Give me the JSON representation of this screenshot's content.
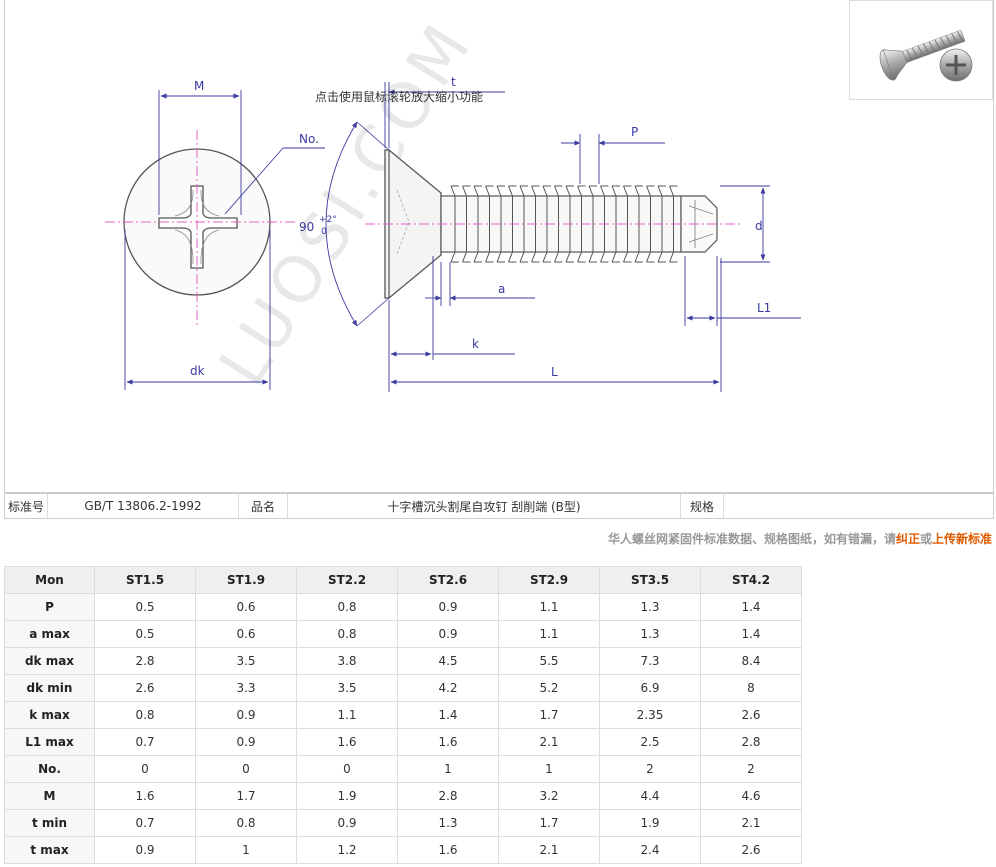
{
  "drawing": {
    "hint": "点击使用鼠标滚轮放大缩小功能",
    "labels": {
      "M": "M",
      "No": "No.",
      "dk": "dk",
      "t": "t",
      "angle": "90",
      "angle_tol_plus": "+2°",
      "angle_tol_minus": "0",
      "P": "P",
      "d": "d",
      "a": "a",
      "k": "k",
      "L": "L",
      "L1": "L1"
    },
    "watermark": "LUOSI.COM",
    "colors": {
      "line": "#555555",
      "dimension": "#3a3aa0",
      "centerline": "#e060c0"
    }
  },
  "standard": {
    "std_label": "标准号",
    "std_value": "GB/T 13806.2-1992",
    "name_label": "品名",
    "name_value": "十字槽沉头割尾自攻钉 刮削端 (B型)",
    "spec_label": "规格",
    "spec_value": ""
  },
  "notice": {
    "text": "华人螺丝网紧固件标准数据、规格图纸，如有错漏，请",
    "link1": "纠正",
    "or": "或",
    "link2": "上传新标准"
  },
  "table": {
    "headers": [
      "Mon",
      "ST1.5",
      "ST1.9",
      "ST2.2",
      "ST2.6",
      "ST2.9",
      "ST3.5",
      "ST4.2"
    ],
    "rows": [
      {
        "label": "P",
        "values": [
          "0.5",
          "0.6",
          "0.8",
          "0.9",
          "1.1",
          "1.3",
          "1.4"
        ]
      },
      {
        "label": "a max",
        "values": [
          "0.5",
          "0.6",
          "0.8",
          "0.9",
          "1.1",
          "1.3",
          "1.4"
        ]
      },
      {
        "label": "dk max",
        "values": [
          "2.8",
          "3.5",
          "3.8",
          "4.5",
          "5.5",
          "7.3",
          "8.4"
        ]
      },
      {
        "label": "dk min",
        "values": [
          "2.6",
          "3.3",
          "3.5",
          "4.2",
          "5.2",
          "6.9",
          "8"
        ]
      },
      {
        "label": "k max",
        "values": [
          "0.8",
          "0.9",
          "1.1",
          "1.4",
          "1.7",
          "2.35",
          "2.6"
        ]
      },
      {
        "label": "L1 max",
        "values": [
          "0.7",
          "0.9",
          "1.6",
          "1.6",
          "2.1",
          "2.5",
          "2.8"
        ]
      },
      {
        "label": "No.",
        "values": [
          "0",
          "0",
          "0",
          "1",
          "1",
          "2",
          "2"
        ]
      },
      {
        "label": "M",
        "values": [
          "1.6",
          "1.7",
          "1.9",
          "2.8",
          "3.2",
          "4.4",
          "4.6"
        ]
      },
      {
        "label": "t min",
        "values": [
          "0.7",
          "0.8",
          "0.9",
          "1.3",
          "1.7",
          "1.9",
          "2.1"
        ]
      },
      {
        "label": "t max",
        "values": [
          "0.9",
          "1",
          "1.2",
          "1.6",
          "2.1",
          "2.4",
          "2.6"
        ]
      }
    ]
  }
}
